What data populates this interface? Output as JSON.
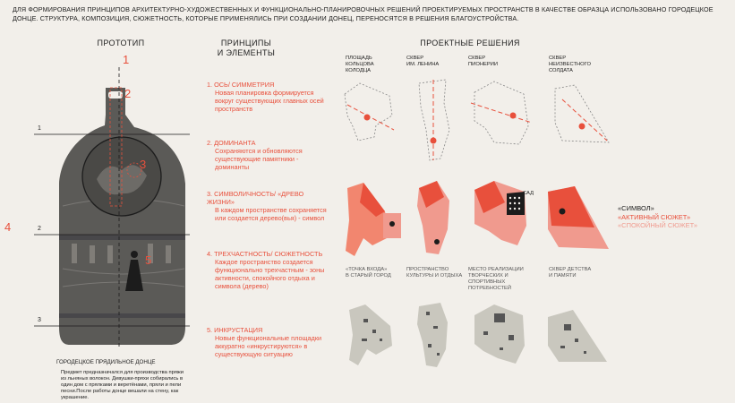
{
  "intro": "ДЛЯ ФОРМИРОВАНИЯ ПРИНЦИПОВ АРХИТЕКТУРНО-ХУДОЖЕСТВЕННЫХ И ФУНКЦИОНАЛЬНО-ПЛАНИРОВОЧНЫХ РЕШЕНИЙ ПРОЕКТИРУЕМЫХ ПРОСТРАНСТВ В КАЧЕСТВЕ ОБРАЗЦА ИСПОЛЬЗОВАНО ГОРОДЕЦКОЕ ДОНЦЕ. СТРУКТУРА, КОМПОЗИЦИЯ, СЮЖЕТНОСТЬ, КОТОРЫЕ ПРИМЕНЯЛИСЬ ПРИ СОЗДАНИИ ДОНЕЦ, ПЕРЕНОСЯТСЯ В РЕШЕНИЯ БЛАГОУСТРОЙСТВА.",
  "headings": {
    "prototype": "ПРОТОТИП",
    "principles_1": "ПРИНЦИПЫ",
    "principles_2": "И ЭЛЕМЕНТЫ",
    "solutions": "ПРОЕКТНЫЕ РЕШЕНИЯ"
  },
  "prototype": {
    "markers": {
      "m1": "1",
      "m2": "2",
      "m3": "3",
      "m4": "4",
      "m5": "5"
    },
    "bands": {
      "b1": "1",
      "b2": "2",
      "b3": "3"
    },
    "caption": "ГОРОДЕЦКОЕ ПРЯДИЛЬНОЕ ДОНЦЕ",
    "description": "Предмет предназначался для производства пряжи из льняных волокон. Девушки-пряхи собирались в один дом с прялками и веретёнами, пряли и пели песни.После работы донце вешали на стену, как украшение."
  },
  "principles": [
    {
      "title": "1. ОСЬ/ СИММЕТРИЯ",
      "body": "Новая планировка формируется вокруг существующих главных осей пространств"
    },
    {
      "title": "2. ДОМИНАНТА",
      "body": "Сохраняются и обновляются существующие памятники - доминанты"
    },
    {
      "title": "3. СИМВОЛИЧНОСТЬ/ «ДРЕВО ЖИЗНИ»",
      "body": "В каждом пространстве сохраняется или создается дерево(вья) - символ"
    },
    {
      "title": "4. ТРЕХЧАСТНОСТЬ/ СЮЖЕТНОСТЬ",
      "body": "Каждое пространство создается функционально трехчастным - зоны активности, спокойного отдыха и символа (дерево)"
    },
    {
      "title": "5. ИНКРУСТАЦИЯ",
      "body": "Новые функциональные площадки аккуратно «инкрустируются» в существующую ситуацию"
    }
  ],
  "sites": [
    {
      "l1": "ПЛОЩАДЬ",
      "l2": "Кольцова",
      "l3": "колодца"
    },
    {
      "l1": "СКВЕР",
      "l2": "им. Ленина",
      "l3": ""
    },
    {
      "l1": "СКВЕР",
      "l2": "Пионерии",
      "l3": ""
    },
    {
      "l1": "СКВЕР",
      "l2": "Неизвестного",
      "l3": "солдата"
    }
  ],
  "sad_label": "САД",
  "functions": [
    {
      "l1": "«ТОЧКА ВХОДА»",
      "l2": "в старый город",
      "l3": ""
    },
    {
      "l1": "ПРОСТРАНСТВО",
      "l2": "культуры и отдыха",
      "l3": ""
    },
    {
      "l1": "МЕСТО РЕАЛИЗАЦИИ",
      "l2": "творческих и спортивных",
      "l3": "потребностей"
    },
    {
      "l1": "СКВЕР ДЕТСТВА",
      "l2": "И ПАМЯТИ",
      "l3": ""
    }
  ],
  "legend": {
    "symbol": "«СИМВОЛ»",
    "active": "«АКТИВНЫЙ СЮЖЕТ»",
    "calm": "«СПОКОЙНЫЙ СЮЖЕТ»"
  },
  "colors": {
    "accent": "#e8503c",
    "accent_light": "#f09a8e",
    "plan_gray": "#c9c7be"
  }
}
